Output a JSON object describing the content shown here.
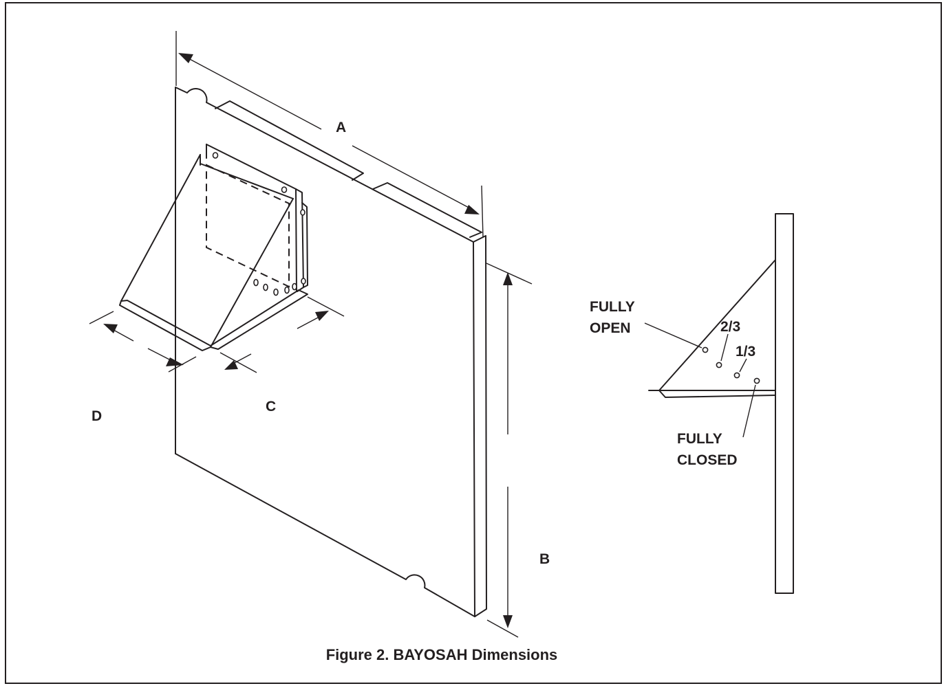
{
  "figure": {
    "caption": "Figure 2. BAYOSAH Dimensions",
    "dimension_labels": {
      "a": "A",
      "b": "B",
      "c": "C",
      "d": "D"
    },
    "damper_positions": {
      "fully_open_line1": "FULLY",
      "fully_open_line2": "OPEN",
      "two_thirds": "2/3",
      "one_third": "1/3",
      "fully_closed_line1": "FULLY",
      "fully_closed_line2": "CLOSED"
    }
  }
}
